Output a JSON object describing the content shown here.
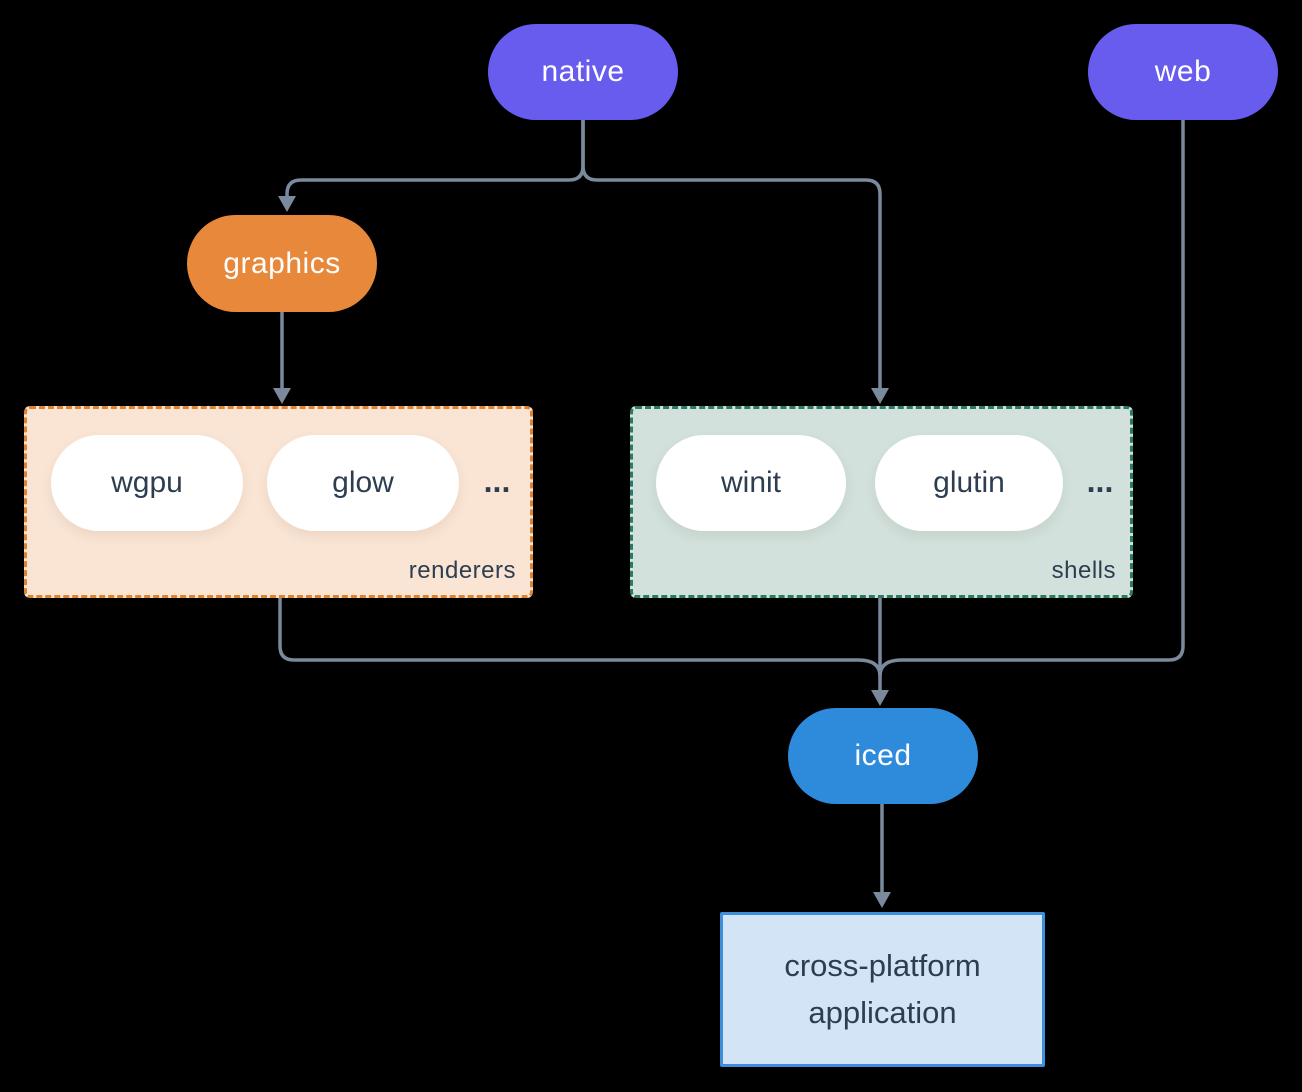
{
  "nodes": {
    "native": "native",
    "web": "web",
    "graphics": "graphics",
    "iced": "iced",
    "app": "cross-platform application"
  },
  "renderers": {
    "label": "renderers",
    "pills": [
      "wgpu",
      "glow"
    ],
    "more": "..."
  },
  "shells": {
    "label": "shells",
    "pills": [
      "winit",
      "glutin"
    ],
    "more": "..."
  },
  "colors": {
    "background": "#000000",
    "platform": "#675CEE",
    "graphics": "#E8883A",
    "iced": "#2E8BDB",
    "renderers_bg": "#FAE5D5",
    "renderers_border": "#E0832F",
    "shells_bg": "#D2E1DB",
    "shells_border": "#2B7A68",
    "app_bg": "#D2E4F5",
    "app_border": "#3D8EDB",
    "text_dark": "#2D3E50",
    "connector": "#7A899C"
  }
}
